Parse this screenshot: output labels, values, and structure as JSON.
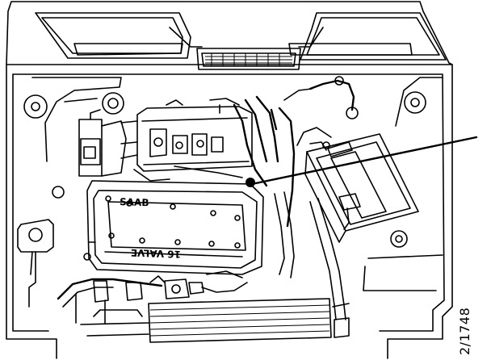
{
  "diagram": {
    "figure_number": "2/1748",
    "rocker_cover_brand": "SAAB",
    "rocker_cover_label": "16 VALVE",
    "colors": {
      "line": "#000000",
      "background": "#ffffff"
    }
  }
}
